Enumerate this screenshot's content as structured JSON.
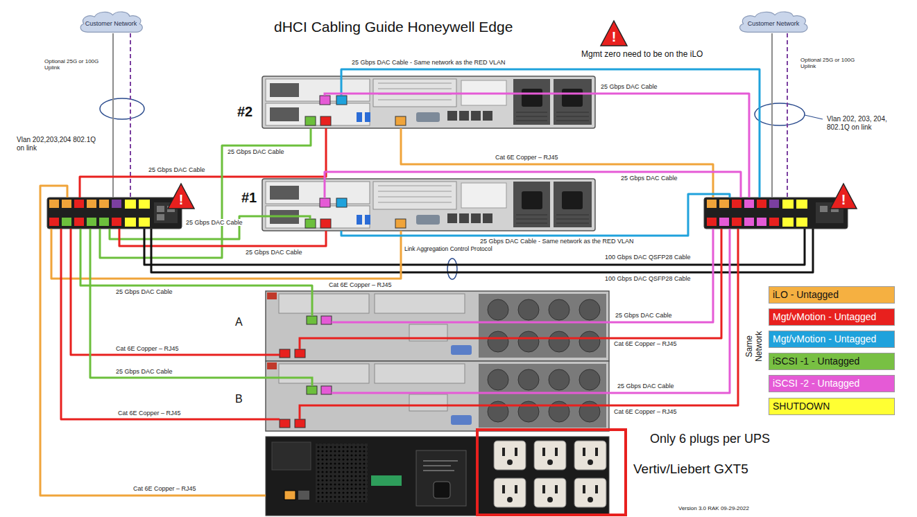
{
  "diagram": {
    "title": "dHCI Cabling Guide Honeywell Edge",
    "nodes": [
      {
        "text": [
          "Customer Network"
        ]
      },
      {
        "text": [
          "Customer Network"
        ]
      },
      {
        "text": [
          "!"
        ]
      },
      {
        "text": [
          "#2"
        ]
      },
      {
        "text": [
          "#1"
        ]
      },
      {
        "text": [
          "!"
        ]
      },
      {
        "text": [
          "!"
        ]
      },
      {
        "text": [
          "A"
        ]
      },
      {
        "text": [
          "B"
        ]
      },
      {
        "text": [
          "Vertiv/Liebert GXT5"
        ]
      }
    ],
    "edges": [
      {
        "from": 0,
        "to": 5,
        "arrow": "none",
        "label": "Vlan 202,203,204 802.1Q on link"
      },
      {
        "from": 0,
        "to": 5,
        "arrow": "none",
        "label": "Optional 25G or 100G Uplink"
      },
      {
        "from": 1,
        "to": 6,
        "arrow": "none",
        "label": "Vlan 202, 203, 204, 802.1Q on link"
      },
      {
        "from": 1,
        "to": 6,
        "arrow": "none",
        "label": "Optional 25G or 100G Uplink"
      },
      {
        "from": 5,
        "to": 3,
        "arrow": "none",
        "label": "25 Gbps DAC Cable"
      },
      {
        "from": 5,
        "to": 3,
        "arrow": "none",
        "label": "25 Gbps DAC Cable"
      },
      {
        "from": 5,
        "to": 4,
        "arrow": "none",
        "label": "25 Gbps DAC Cable"
      },
      {
        "from": 5,
        "to": 4,
        "arrow": "none",
        "label": "25 Gbps DAC Cable"
      },
      {
        "from": 5,
        "to": 6,
        "arrow": "none",
        "label": "100 Gbps DAC QSFP28 Cable"
      },
      {
        "from": 5,
        "to": 6,
        "arrow": "none",
        "label": "100 Gbps DAC QSFP28 Cable"
      },
      {
        "from": 5,
        "to": 4,
        "arrow": "none",
        "label": "Cat 6E Copper – RJ45"
      },
      {
        "from": 5,
        "to": 7,
        "arrow": "none",
        "label": "25 Gbps DAC Cable"
      },
      {
        "from": 5,
        "to": 7,
        "arrow": "none",
        "label": "Cat 6E Copper – RJ45"
      },
      {
        "from": 5,
        "to": 8,
        "arrow": "none",
        "label": "25 Gbps DAC Cable"
      },
      {
        "from": 5,
        "to": 8,
        "arrow": "none",
        "label": "Cat 6E Copper – RJ45"
      },
      {
        "from": 5,
        "to": 9,
        "arrow": "none",
        "label": "Cat 6E Copper – RJ45"
      },
      {
        "from": 3,
        "to": 6,
        "arrow": "none",
        "label": "Cat 6E Copper – RJ45"
      },
      {
        "from": 3,
        "to": 6,
        "arrow": "none",
        "label": "25 Gbps DAC Cable - Same network as the RED VLAN"
      },
      {
        "from": 3,
        "to": 6,
        "arrow": "none",
        "label": "25 Gbps DAC Cable"
      },
      {
        "from": 4,
        "to": 6,
        "arrow": "none",
        "label": "25 Gbps DAC Cable"
      },
      {
        "from": 4,
        "to": 6,
        "arrow": "none",
        "label": "25 Gbps DAC Cable - Same network as the RED VLAN"
      },
      {
        "from": 7,
        "to": 6,
        "arrow": "none",
        "label": "25 Gbps DAC Cable"
      },
      {
        "from": 7,
        "to": 6,
        "arrow": "none",
        "label": "Cat 6E Copper – RJ45"
      },
      {
        "from": 8,
        "to": 6,
        "arrow": "none",
        "label": "25 Gbps DAC Cable"
      },
      {
        "from": 8,
        "to": 6,
        "arrow": "none",
        "label": "Cat 6E Copper – RJ45"
      }
    ],
    "labels": [
      "Mgmt zero need to be on the iLO",
      "Link Aggregation Control Protocol",
      "Same Network",
      "Only 6 plugs per UPS",
      "Version 3.0 RAK 09-29-2022"
    ],
    "legend": [
      {
        "text": "iLO - Untagged",
        "color": "#f5b041"
      },
      {
        "text": "Mgt/vMotion - Untagged",
        "color": "#e8201e"
      },
      {
        "text": "Mgt/vMotion - Untagged",
        "color": "#1fa2dc"
      },
      {
        "text": "iSCSI -1 - Untagged",
        "color": "#78c043"
      },
      {
        "text": "iSCSI -2 - Untagged",
        "color": "#e55ad6"
      },
      {
        "text": "SHUTDOWN",
        "color": "#ffff33"
      }
    ]
  }
}
